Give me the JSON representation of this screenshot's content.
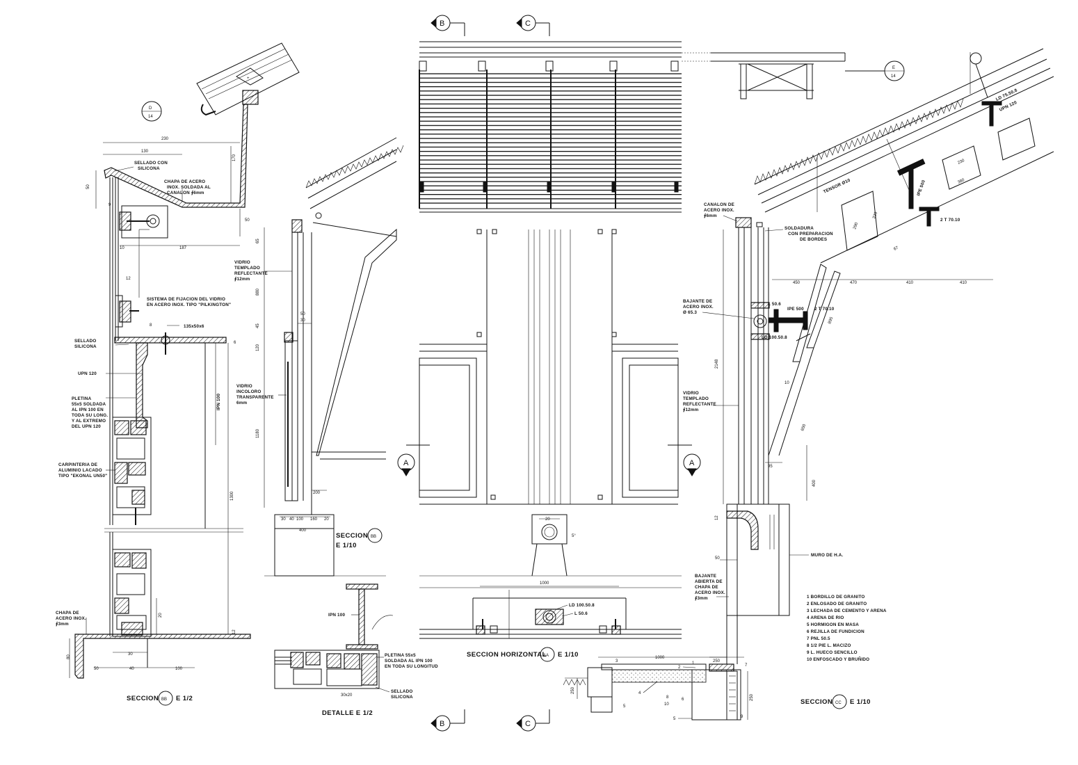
{
  "markers": {
    "D": {
      "letter": "D",
      "sheet": "14"
    },
    "E": {
      "letter": "E",
      "sheet": "14"
    },
    "B": "B",
    "C": "C",
    "A": "A"
  },
  "titles": {
    "seccion_bb_12": {
      "word": "SECCION",
      "mark": "BB",
      "scale": "E 1/2"
    },
    "seccion_bb_110": {
      "word": "SECCION",
      "mark": "BB",
      "scale": "E 1/10"
    },
    "detalle": "DETALLE  E 1/2",
    "seccion_horizontal": {
      "word": "SECCION  HORIZONTAL",
      "mark": "AA",
      "scale": "E 1/10"
    },
    "seccion_cc": {
      "word": "SECCION",
      "mark": "CC",
      "scale": "E 1/10"
    }
  },
  "labels_left": {
    "sellado_top": [
      "SELLADO CON",
      "SILICONA"
    ],
    "chapa_acero": [
      "CHAPA DE ACERO",
      "INOX. SOLDADA AL",
      "CANALON  ∮6mm"
    ],
    "sistema": [
      "SISTEMA DE FIJACION DEL VIDRIO",
      "EN ACERO INOX. TIPO \"PILKINGTON\""
    ],
    "sellado_mid": [
      "SELLADO",
      "SILICONA"
    ],
    "upn": "UPN 120",
    "pletina": [
      "PLETINA",
      "55x5 SOLDADA",
      "AL IPN 100 EN",
      "TODA SU LONG.",
      "Y AL EXTREMO",
      "DEL UPN 120"
    ],
    "carpinteria": [
      "CARPINTERIA DE",
      "ALUMINIO LACADO",
      "TIPO \"EKONAL UN50\""
    ],
    "chapa_inox": [
      "CHAPA DE",
      "ACERO INOX.",
      "∮3mm"
    ],
    "ipn100": "IPN 100",
    "plate": "135x50x6"
  },
  "labels_mid": {
    "vidrio_templado": [
      "VIDRIO",
      "TEMPLADO",
      "REFLECTANTE",
      "∮12mm"
    ],
    "vidrio_incoloro": [
      "VIDRIO",
      "INCOLORO",
      "TRANSPARENTE",
      "6mm"
    ]
  },
  "labels_detalle": {
    "ipn100": "IPN 100",
    "pletina": [
      "PLETINA 55x5",
      "SOLDADA AL IPN 100",
      "EN TODA SU LONGITUD"
    ],
    "sellado": [
      "SELLADO",
      "SILICONA"
    ],
    "size": "30x20"
  },
  "labels_horizontal": {
    "ld": "LD 100.50.8",
    "l": "L 50.6",
    "w1000": "1000",
    "w20": "20",
    "slope": "5°"
  },
  "labels_right": {
    "canalon": [
      "CANALON DE",
      "ACERO INOX.",
      "∮6mm"
    ],
    "soldadura": [
      "SOLDADURA",
      "CON PREPARACION",
      "DE BORDES"
    ],
    "bajante": [
      "BAJANTE DE",
      "ACERO INOX.",
      "Ø 65.3"
    ],
    "l506": "L 50.6",
    "ipe500": "IPE 500",
    "t70": "2 T 70.10",
    "ld100": "LD 100.50.8",
    "vidrio": [
      "VIDRIO",
      "TEMPLADO",
      "REFLECTANTE",
      "∮12mm"
    ],
    "bajante_abierta": [
      "BAJANTE",
      "ABIERTA DE",
      "CHAPA DE",
      "ACERO INOX.",
      "∮3mm"
    ],
    "muro": "MURO DE H.A.",
    "tensor": "TENSOR Ø10",
    "ld75": "LD 75.50.8",
    "upn120": "UPN 120",
    "ipe500b": "IPE 500",
    "t70b": "2 T 70.10"
  },
  "legend": [
    "1   BORDILLO DE GRANITO",
    "2   ENLOSADO DE GRANITO",
    "3   LECHADA DE CEMENTO Y ARENA",
    "4   ARENA DE RIO",
    "5   HORMIGON EN MASA",
    "6   REJILLA DE FUNDICION",
    "7   PNL 50.5",
    "8   1/2 PIE L. MACIZO",
    "9   L. HUECO SENCILLO",
    "10  ENFOSCADO Y BRUÑIDO"
  ],
  "dims_left": {
    "d230": "230",
    "d130": "130",
    "d187": "187",
    "d10": "10",
    "d50a": "50",
    "d9": "9",
    "d170": "170",
    "d50b": "50",
    "d12": "12",
    "d1300": "1300",
    "d30": "30",
    "d40": "40",
    "d100": "100",
    "d50c": "50",
    "d80": "80",
    "d20": "20",
    "d12b": "12",
    "d6": "6",
    "d8": "8"
  },
  "dims_mid": {
    "d65": "65",
    "d880": "880",
    "d45": "45",
    "d120": "120",
    "d1180": "1180",
    "d30": "30",
    "d50": "50",
    "d200": "200",
    "bottom": [
      "30",
      "40",
      "100",
      "160",
      "20"
    ],
    "d400": "400"
  },
  "dims_right": {
    "d450": "450",
    "d470": "470",
    "d410a": "410",
    "d410b": "410",
    "d2148": "2148",
    "d895": "895",
    "d10": "10",
    "d650": "650",
    "d95": "95",
    "d400": "400",
    "d12": "12",
    "d50": "50",
    "d1000": "1000",
    "d250a": "250",
    "d250b": "250",
    "d250c": "250",
    "d230": "230",
    "d380": "380",
    "d67": "67",
    "d290": "290",
    "d325": "325"
  },
  "callouts": [
    "1",
    "2",
    "3",
    "4",
    "5",
    "6",
    "7",
    "8",
    "9",
    "10"
  ]
}
